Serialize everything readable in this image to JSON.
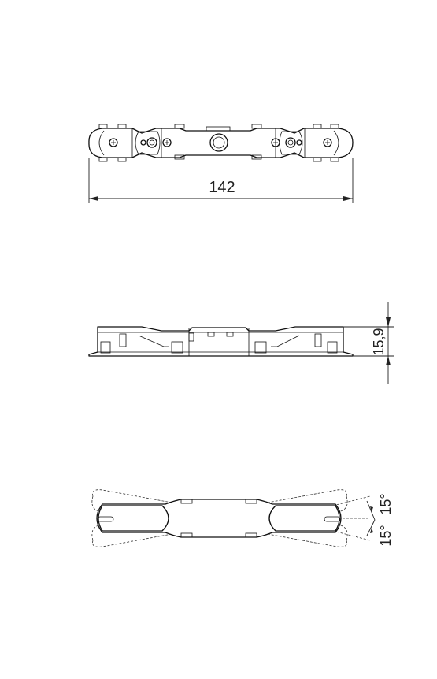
{
  "views": {
    "top": {
      "length_label": "142"
    },
    "side": {
      "height_label": "15,9"
    },
    "bend": {
      "angle_up_label": "15°",
      "angle_down_label": "15°"
    }
  }
}
